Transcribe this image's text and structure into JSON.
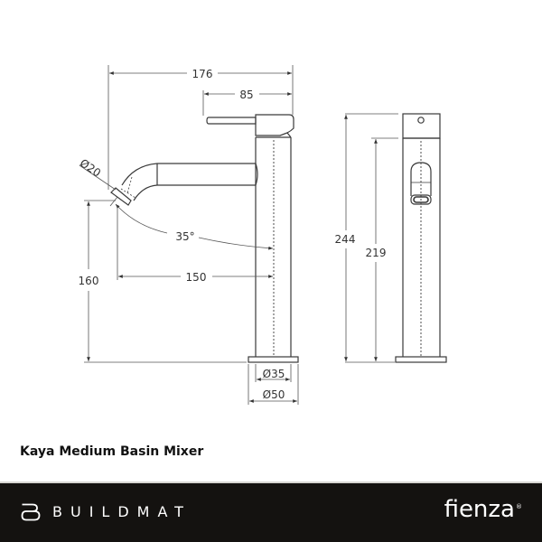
{
  "product": {
    "title": "Kaya Medium Basin Mixer"
  },
  "dimensions": {
    "overall_width": "176",
    "handle_reach": "85",
    "outlet_diameter": "Ø20",
    "spout_angle": "35°",
    "spout_reach": "150",
    "spout_height": "160",
    "overall_height": "244",
    "body_height": "219",
    "body_diameter": "Ø35",
    "base_diameter": "Ø50"
  },
  "footer": {
    "retailer_logo_icon": "buildmat-b-logo",
    "retailer_name": "BUILDMAT",
    "brand_name": "fienza",
    "brand_mark": "®"
  },
  "colors": {
    "line": "#3a3a3a",
    "footer_bg": "#141210",
    "footer_text": "#ffffff"
  }
}
